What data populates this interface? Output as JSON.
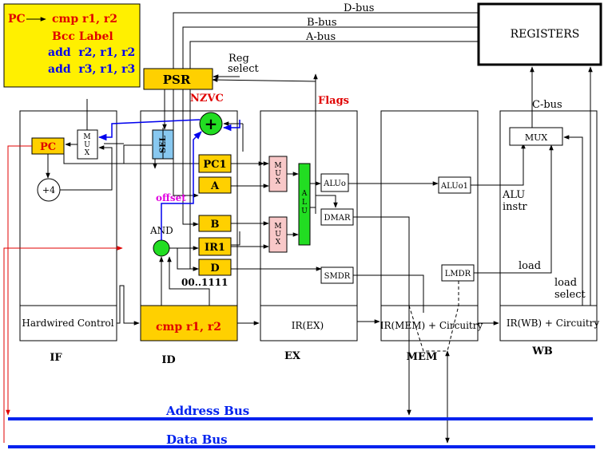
{
  "code_box": {
    "pc_label": "PC",
    "lines": [
      "cmp r1, r2",
      "Bcc Label",
      "add  r2, r1, r2",
      "add  r3, r1, r3"
    ]
  },
  "labels": {
    "d_bus": "D-bus",
    "b_bus": "B-bus",
    "a_bus": "A-bus",
    "registers": "REGISTERS",
    "reg_select_1": "Reg",
    "reg_select_2": "select",
    "psr": "PSR",
    "nzvc": "NZVC",
    "flags": "Flags",
    "c_bus": "C-bus",
    "pc": "PC",
    "mux_if": "MUX",
    "plus4": "+4",
    "sel": "SEL",
    "adder": "+",
    "pc1": "PC1",
    "a": "A",
    "b": "B",
    "ir1": "IR1",
    "d": "D",
    "offset": "offset",
    "and": "AND",
    "and_const": "00..1111",
    "mux_ex1": "MUX",
    "mux_ex2": "MUX",
    "alu": "ALU",
    "aluo": "ALUo",
    "dmar": "DMAR",
    "smdr": "SMDR",
    "aluo1": "ALUo1",
    "lmdr": "LMDR",
    "mux_wb": "MUX",
    "alu_instr_1": "ALU",
    "alu_instr_2": "instr",
    "load": "load",
    "load_select_1": "load",
    "load_select_2": "select",
    "hardwired_control": "Hardwired Control",
    "id_instr": "cmp r1, r2",
    "ir_ex": "IR(EX)",
    "ir_mem": "IR(MEM) + Circuitry",
    "ir_wb": "IR(WB) + Circuitry",
    "stage_if": "IF",
    "stage_id": "ID",
    "stage_ex": "EX",
    "stage_mem": "MEM",
    "stage_wb": "WB",
    "address_bus": "Address Bus",
    "data_bus": "Data Bus"
  },
  "colors": {
    "stage_fill": "#ffd000",
    "code_fill": "#fff000",
    "mux_pink": "#f8c8c8",
    "sel_blue": "#88c8f0",
    "alu_green": "#22dd22",
    "bus_blue": "#0022ee",
    "wire_red": "#e00000",
    "wire_blue": "#0000ee",
    "offset_magenta": "#e000e0"
  }
}
